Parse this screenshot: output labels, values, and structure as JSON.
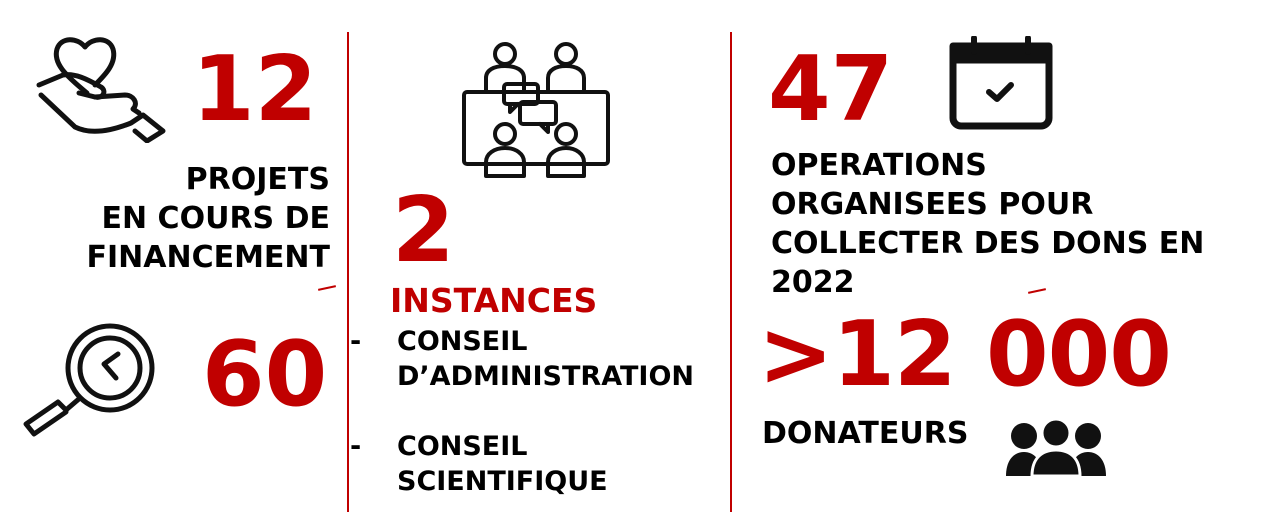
{
  "colors": {
    "accent": "#c00000",
    "text": "#000000"
  },
  "left": {
    "projects_count": "12",
    "projects_label": [
      "PROJETS",
      "EN COURS DE",
      "FINANCEMENT"
    ],
    "second_count": "60",
    "icons": [
      "heart-hand-icon",
      "magnifier-icon"
    ]
  },
  "middle": {
    "instances_count": "2",
    "instances_label": "INSTANCES",
    "items": [
      {
        "bullet": "-",
        "lines": [
          "CONSEIL",
          "D’ADMINISTRATION"
        ]
      },
      {
        "bullet": "-",
        "lines": [
          "CONSEIL",
          "SCIENTIFIQUE"
        ]
      }
    ],
    "icons": [
      "meeting-icon"
    ]
  },
  "right": {
    "operations_count": "47",
    "operations_label": [
      "OPERATIONS",
      "ORGANISEES POUR",
      "COLLECTER DES DONS EN",
      "2022"
    ],
    "donors_count": ">12 000",
    "donors_label": "DONATEURS",
    "icons": [
      "calendar-check-icon",
      "people-group-icon"
    ]
  }
}
